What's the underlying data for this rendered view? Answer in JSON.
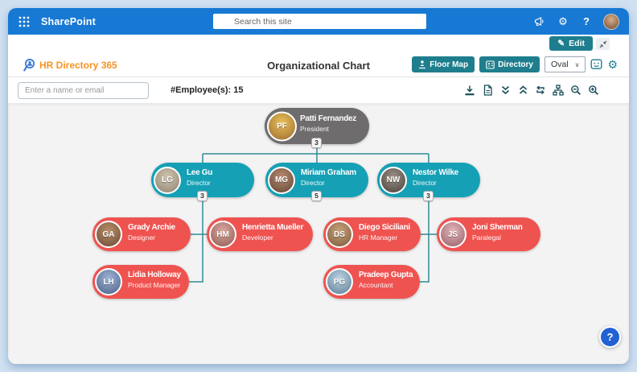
{
  "colors": {
    "outer_bg": "#cfe0f1",
    "topbar": "#1779d4",
    "teal_button": "#1f7e8d",
    "node_teal": "#15a0b5",
    "node_red": "#ef5350",
    "node_gray": "#6e6c6c",
    "connector": "#2e8c93",
    "accent_orange": "#f79322",
    "toolbar_icon": "#184f58",
    "help_blue": "#2161d4"
  },
  "topbar": {
    "app_name": "SharePoint",
    "search_placeholder": "Search this site",
    "icons": [
      "waffle-menu",
      "megaphone",
      "settings-gear",
      "help-question",
      "user-avatar"
    ]
  },
  "command_bar": {
    "edit_label": "Edit",
    "edit_icon": "✎"
  },
  "header": {
    "brand": "HR Directory 365",
    "title": "Organizational Chart",
    "floor_map_label": "Floor Map",
    "directory_label": "Directory",
    "shape_selected": "Oval",
    "chevron_icon": "∨",
    "gear_icon": "⚙",
    "icons": [
      "floor-map-pin",
      "directory-card",
      "feedback-smiley",
      "settings-gear"
    ]
  },
  "controls": {
    "search_placeholder": "Enter a name or email",
    "employee_count": "#Employee(s): 15",
    "toolbar_icons": [
      "download",
      "export-pdf",
      "expand-all",
      "collapse-all",
      "refresh",
      "org-view",
      "zoom-out",
      "zoom-in"
    ]
  },
  "org": {
    "nodes": [
      {
        "name": "Patti Fernandez",
        "role": "President",
        "reports": "3",
        "initials": "PF"
      },
      {
        "name": "Lee Gu",
        "role": "Director",
        "reports": "3",
        "initials": "LG"
      },
      {
        "name": "Miriam Graham",
        "role": "Director",
        "reports": "5",
        "initials": "MG"
      },
      {
        "name": "Nestor Wilke",
        "role": "Director",
        "reports": "3",
        "initials": "NW"
      },
      {
        "name": "Grady Archie",
        "role": "Designer",
        "initials": "GA"
      },
      {
        "name": "Henrietta Mueller",
        "role": "Developer",
        "initials": "HM"
      },
      {
        "name": "Diego Siciliani",
        "role": "HR Manager",
        "initials": "DS"
      },
      {
        "name": "Joni Sherman",
        "role": "Paralegal",
        "initials": "JS"
      },
      {
        "name": "Lidia Holloway",
        "role": "Product Manager",
        "initials": "LH"
      },
      {
        "name": "Pradeep Gupta",
        "role": "Accountant",
        "initials": "PG"
      }
    ]
  },
  "help": {
    "label": "?"
  },
  "topbar_help": {
    "label": "?"
  }
}
